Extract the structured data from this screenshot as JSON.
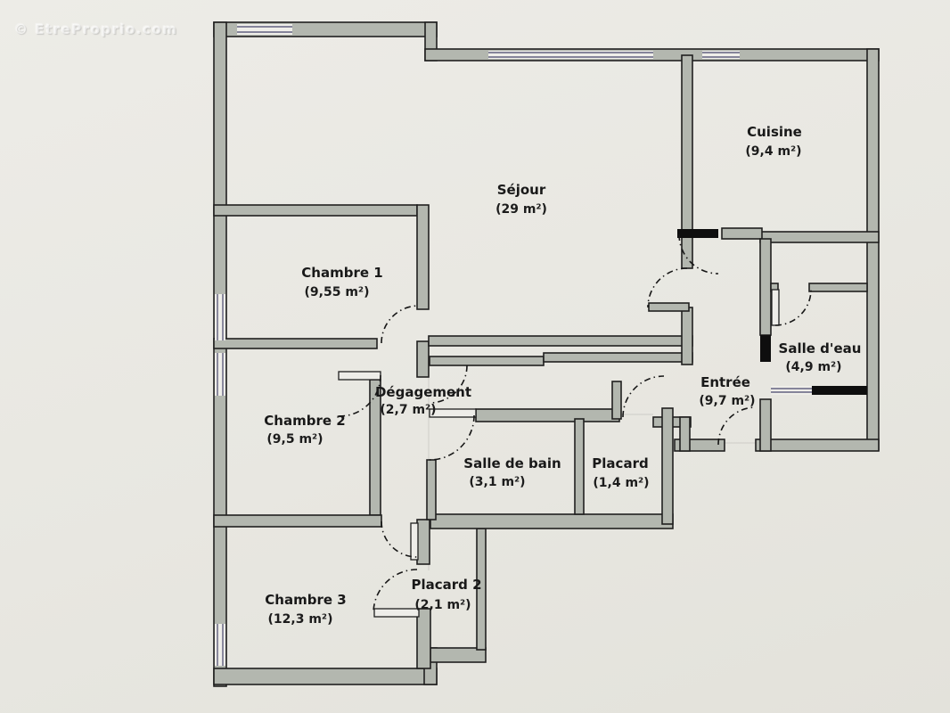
{
  "watermark": {
    "text": "© EtreProprio.com"
  },
  "rooms": {
    "sejour": {
      "name": "Séjour",
      "area": "(29 m²)"
    },
    "cuisine": {
      "name": "Cuisine",
      "area": "(9,4 m²)"
    },
    "chambre1": {
      "name": "Chambre 1",
      "area": "(9,55 m²)"
    },
    "chambre2": {
      "name": "Chambre 2",
      "area": "(9,5 m²)"
    },
    "chambre3": {
      "name": "Chambre 3",
      "area": "(12,3 m²)"
    },
    "degagement": {
      "name": "Dégagement",
      "area": "(2,7 m²)"
    },
    "salle_de_bain": {
      "name": "Salle de bain",
      "area": "(3,1 m²)"
    },
    "placard": {
      "name": "Placard",
      "area": "(1,4 m²)"
    },
    "placard2": {
      "name": "Placard 2",
      "area": "(2,1 m²)"
    },
    "entree": {
      "name": "Entrée",
      "area": "(9,7 m²)"
    },
    "salle_eau": {
      "name": "Salle d'eau",
      "area": "(4,9 m²)"
    }
  },
  "colors": {
    "background": "#e9e8e3",
    "wall_fill": "#b3b7af",
    "wall_outline": "#202020",
    "window_line": "#46466b",
    "door_leaf_black": "#0e0e0e",
    "label_text": "#191919",
    "watermark_text": "#ffffff"
  }
}
